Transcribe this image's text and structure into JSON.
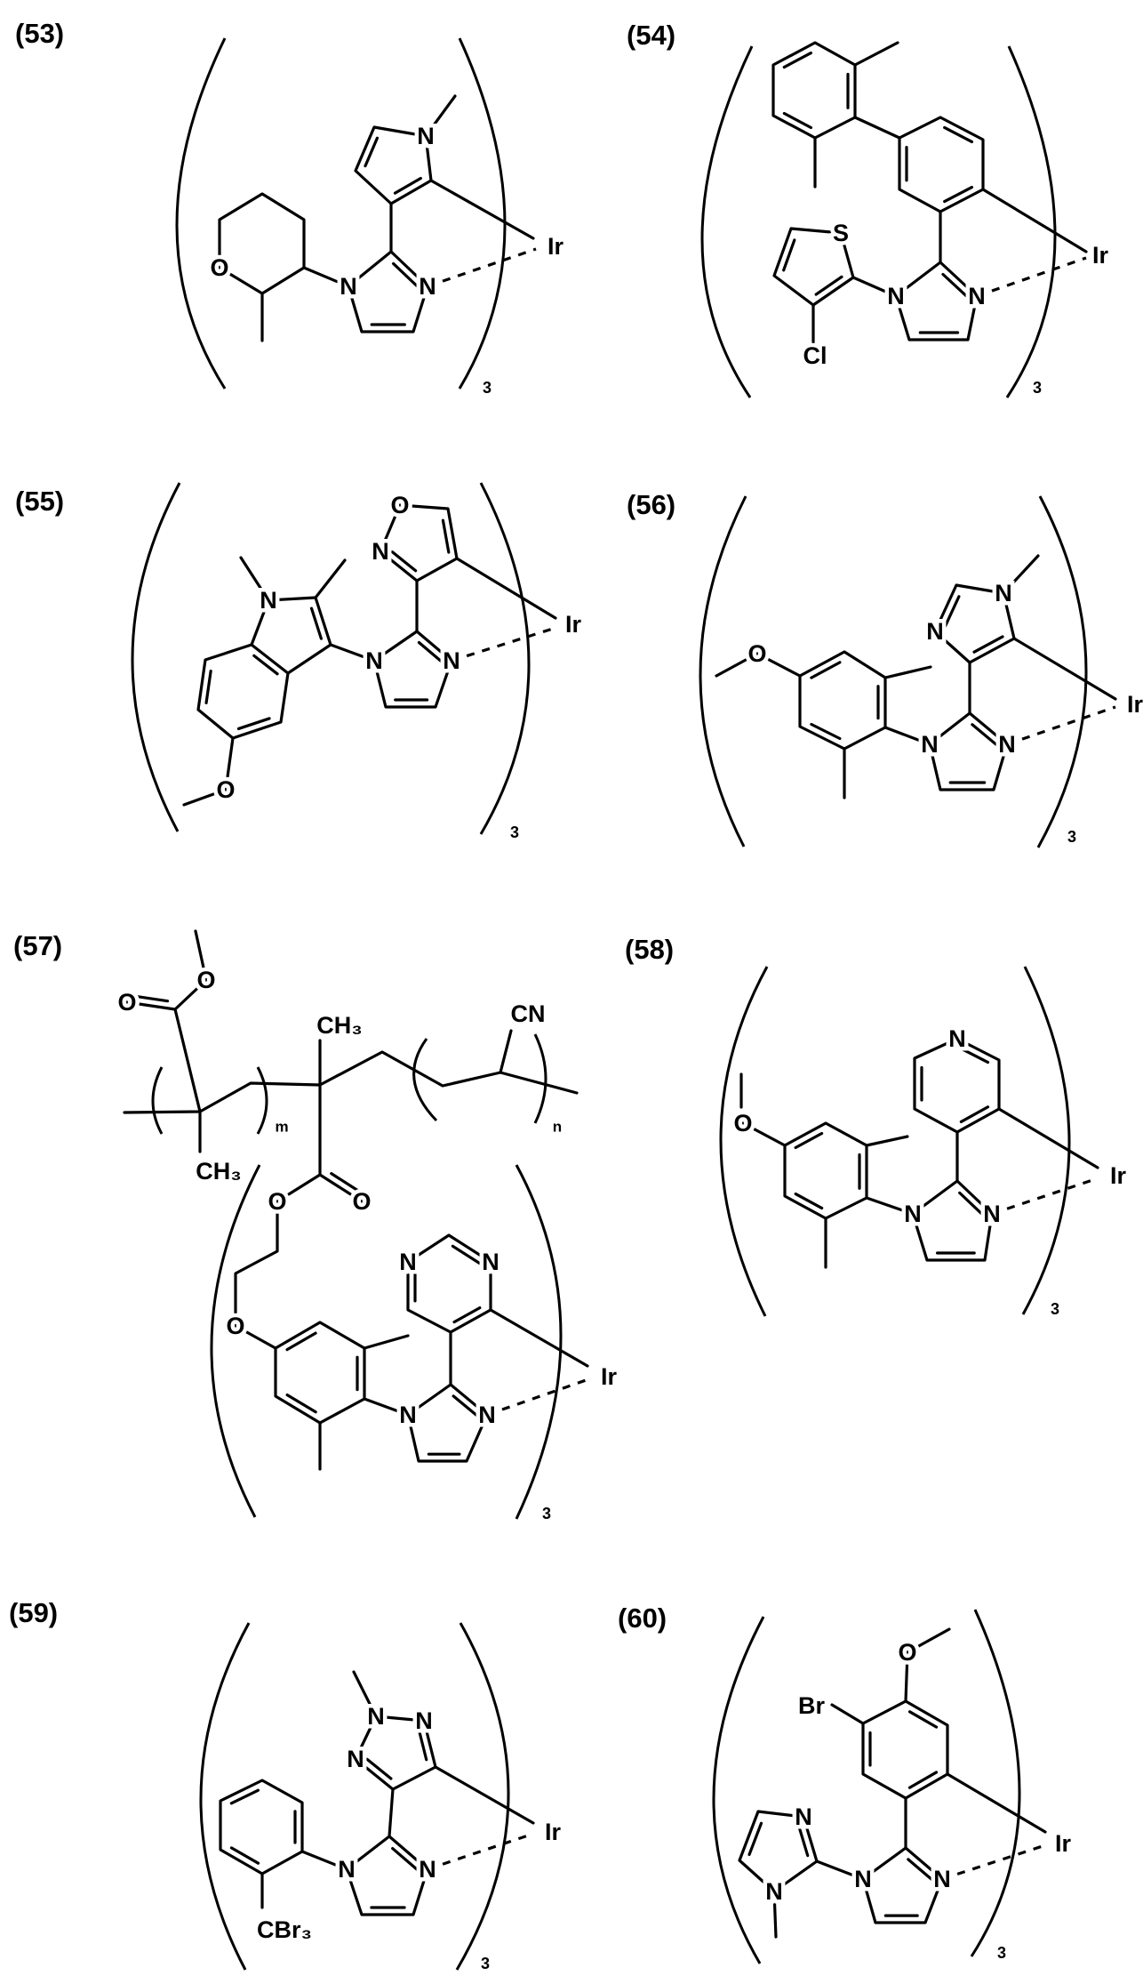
{
  "compounds": [
    {
      "number": "(53)",
      "atoms": [
        "N",
        "N",
        "N",
        "O",
        "Ir"
      ],
      "multiplier": "3"
    },
    {
      "number": "(54)",
      "atoms": [
        "N",
        "N",
        "S",
        "Cl",
        "Ir"
      ],
      "multiplier": "3"
    },
    {
      "number": "(55)",
      "atoms": [
        "N",
        "N",
        "N",
        "O",
        "N",
        "O",
        "Ir"
      ],
      "multiplier": "3"
    },
    {
      "number": "(56)",
      "atoms": [
        "N",
        "N",
        "N",
        "N",
        "O",
        "Ir"
      ],
      "multiplier": "3"
    },
    {
      "number": "(57)",
      "atoms": [
        "O",
        "O",
        "CH₃",
        "CH₃",
        "m",
        "CN",
        "n",
        "O",
        "O",
        "O",
        "N",
        "N",
        "N",
        "N",
        "Ir"
      ],
      "multiplier": "3"
    },
    {
      "number": "(58)",
      "atoms": [
        "N",
        "N",
        "N",
        "O",
        "Ir"
      ],
      "multiplier": "3"
    },
    {
      "number": "(59)",
      "atoms": [
        "N",
        "N",
        "N",
        "N",
        "N",
        "CBr₃",
        "Ir"
      ],
      "multiplier": "3"
    },
    {
      "number": "(60)",
      "atoms": [
        "N",
        "N",
        "N",
        "N",
        "O",
        "Br",
        "Ir"
      ],
      "multiplier": "3"
    }
  ]
}
